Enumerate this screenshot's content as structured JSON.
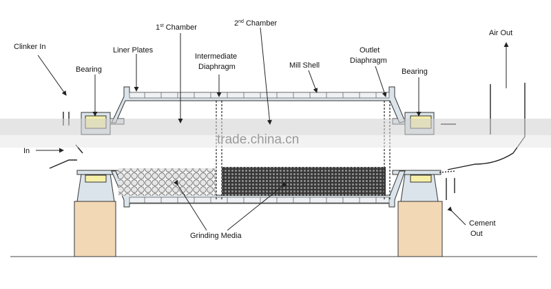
{
  "diagram": {
    "labels": {
      "first_chamber_num": "1",
      "first_chamber_sup": "st",
      "first_chamber_word": " Chamber",
      "second_chamber_num": "2",
      "second_chamber_sup": "nd",
      "second_chamber_word": " Chamber",
      "clinker_in": "Clinker In",
      "liner_plates": "Liner Plates",
      "intermediate_line1": "Intermediate",
      "intermediate_line2": "Diaphragm",
      "mill_shell": "Mill Shell",
      "outlet_line1": "Outlet",
      "outlet_line2": "Diaphragm",
      "bearing_left": "Bearing",
      "bearing_right": "Bearing",
      "air_out": "Air Out",
      "in": "In",
      "grinding_media": "Grinding Media",
      "cement_line1": "Cement",
      "cement_line2": "Out"
    },
    "watermark": "trade.china.cn",
    "colors": {
      "shell_fill": "#dbe4ea",
      "bearing_yellow": "#f6efa8",
      "support_fill": "#f3d8b5",
      "outline": "#333333",
      "watermark_band": "#cfcfcf"
    }
  }
}
